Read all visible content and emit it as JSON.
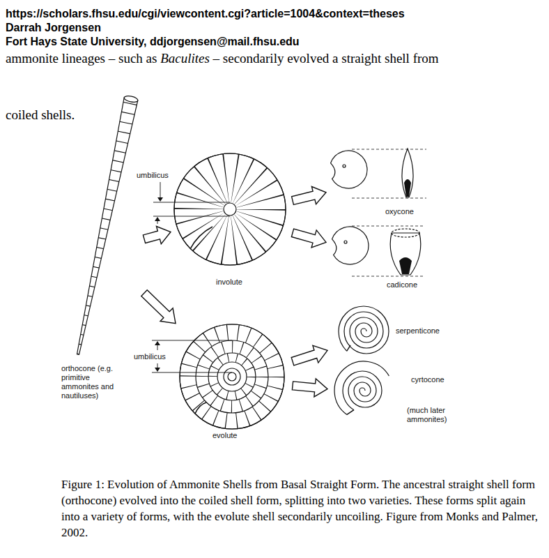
{
  "diagram": {
    "caption": "Figure 1: Evolution of Ammonite Shells from Basal Straight Form. The ancestral straight shell form (orthocone) evolved into the coiled shell form, splitting into two varieties. These forms split again into a variety of forms, with the evolute shell secondarily uncoiling. Figure from Monks and Palmer, 2002.",
    "nodes": [
      {
        "text": [
          "orthocone (e.g. primitive ammonites and nautiluses)"
        ]
      },
      {
        "text": [
          "involute"
        ]
      },
      {
        "text": [
          "oxycone"
        ]
      },
      {
        "text": [
          "cadicone"
        ]
      },
      {
        "text": [
          "evolute"
        ]
      },
      {
        "text": [
          "serpenticone"
        ]
      },
      {
        "text": [
          "cyrtocone",
          "(much later ammonites)"
        ]
      }
    ],
    "edges": [
      {
        "from": 0,
        "to": 1,
        "arrow": "to"
      },
      {
        "from": 0,
        "to": 4,
        "arrow": "to"
      },
      {
        "from": 1,
        "to": 2,
        "arrow": "to"
      },
      {
        "from": 1,
        "to": 3,
        "arrow": "to"
      },
      {
        "from": 4,
        "to": 5,
        "arrow": "to"
      },
      {
        "from": 4,
        "to": 6,
        "arrow": "to"
      }
    ],
    "labels": [
      "https://scholars.fhsu.edu/cgi/viewcontent.cgi?article=1004&context=theses",
      "Darrah Jorgensen",
      "Fort Hays State University, ddjorgensen@mail.fhsu.edu",
      "ammonite lineages – such as",
      "Baculites",
      "– secondarily evolved a straight shell from",
      "coiled shells.",
      "umbilicus",
      "umbilicus"
    ]
  }
}
